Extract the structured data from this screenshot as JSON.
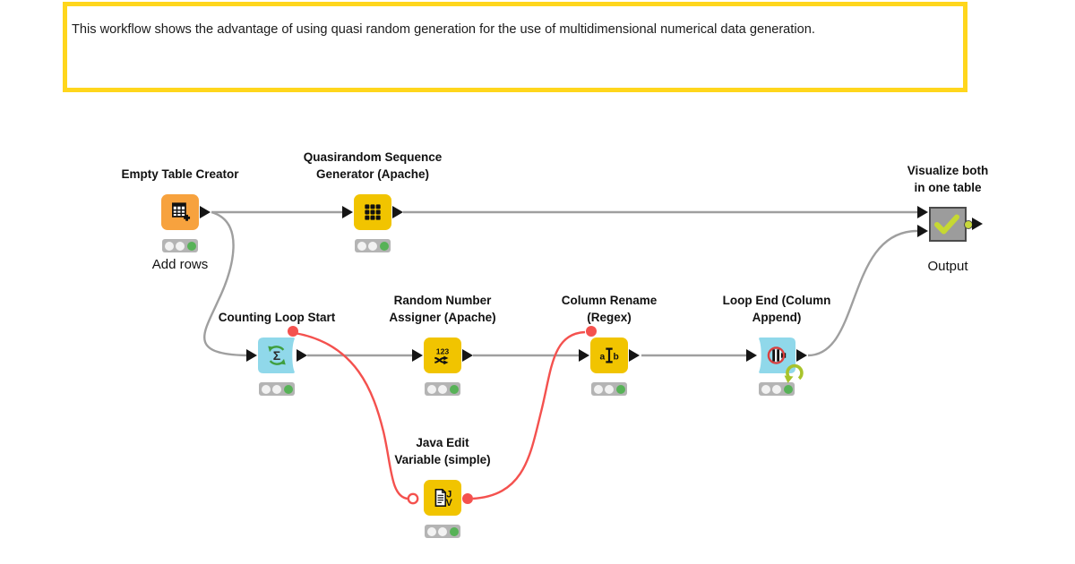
{
  "annotation": {
    "text": "This workflow shows the advantage of using quasi random generation for the use of multidimensional numerical data generation."
  },
  "nodes": [
    {
      "id": "empty-table-creator",
      "line1": "Empty Table Creator",
      "sublabel": "Add rows",
      "status": "executed",
      "icon": "table-add-icon"
    },
    {
      "id": "quasirandom-sequence-generator",
      "line1": "Quasirandom Sequence",
      "line2": "Generator (Apache)",
      "status": "executed",
      "icon": "dot-grid-icon"
    },
    {
      "id": "counting-loop-start",
      "line1": "Counting Loop Start",
      "status": "executed",
      "icon": "sigma-loop-icon"
    },
    {
      "id": "random-number-assigner",
      "line1": "Random Number",
      "line2": "Assigner (Apache)",
      "status": "executed",
      "icon": "random-numbers-icon"
    },
    {
      "id": "column-rename-regex",
      "line1": "Column Rename",
      "line2": "(Regex)",
      "status": "executed",
      "icon": "rename-cursor-icon"
    },
    {
      "id": "loop-end-column-append",
      "line1": "Loop End (Column",
      "line2": "Append)",
      "status": "executed",
      "icon": "column-append-icon"
    },
    {
      "id": "java-edit-variable",
      "line1": "Java Edit",
      "line2": "Variable (simple)",
      "status": "executed",
      "icon": "java-document-icon"
    },
    {
      "id": "visualize-both",
      "line1": "Visualize both",
      "line2": "in one table",
      "sublabel": "Output",
      "icon": "checkmark-icon"
    }
  ],
  "icon_glyphs": {
    "sigma": "Σ",
    "numbers": "123",
    "a": "a",
    "b": "b",
    "j": "J",
    "v": "V"
  },
  "colors": {
    "annotation_border": "#FFD61C",
    "node_orange": "#F7A23E",
    "node_yellow": "#F1C400",
    "node_blue": "#90D8EA",
    "node_gray": "#9C9C9C",
    "status_green": "#57B257",
    "wire_gray": "#9F9F9F",
    "flow_variable_red": "#F4514E",
    "checkmark_green": "#C6D832"
  }
}
